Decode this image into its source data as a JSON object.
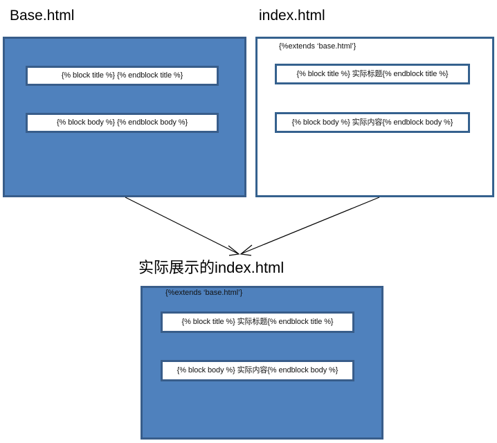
{
  "diagram": {
    "title_base": "Base.html",
    "title_index": "index.html",
    "title_result": "实际展示的index.html",
    "colors": {
      "fill_blue": "#4F81BD",
      "border_blue_dark": "#385D8A",
      "border_outline": "#35618E",
      "arrow": "#000000",
      "text": "#000000",
      "box_fill": "#FFFFFF"
    }
  },
  "base_panel": {
    "name": "Base.html",
    "style": "filled-blue",
    "blocks": [
      {
        "id": "title",
        "text": "{% block title %} {% endblock title %}"
      },
      {
        "id": "body",
        "text": "{% block body %} {% endblock body %}"
      }
    ]
  },
  "index_panel": {
    "name": "index.html",
    "style": "white-outline",
    "extends_line": "{%extends ‘base.html’}",
    "blocks": [
      {
        "id": "title",
        "text": "{% block title %} 实际标题{% endblock title %}"
      },
      {
        "id": "body",
        "text": "{% block body %} 实际内容{% endblock body %}"
      }
    ]
  },
  "result_panel": {
    "name": "实际展示的index.html",
    "style": "filled-blue",
    "extends_line": "{%extends ‘base.html’}",
    "blocks": [
      {
        "id": "title",
        "text": "{% block title %} 实际标题{% endblock title %}"
      },
      {
        "id": "body",
        "text": "{% block body %} 实际内容{% endblock body %}"
      }
    ]
  },
  "arrows": [
    {
      "id": "base-to-result",
      "from": "Base.html",
      "to": "实际展示的index.html"
    },
    {
      "id": "index-to-result",
      "from": "index.html",
      "to": "实际展示的index.html"
    }
  ]
}
